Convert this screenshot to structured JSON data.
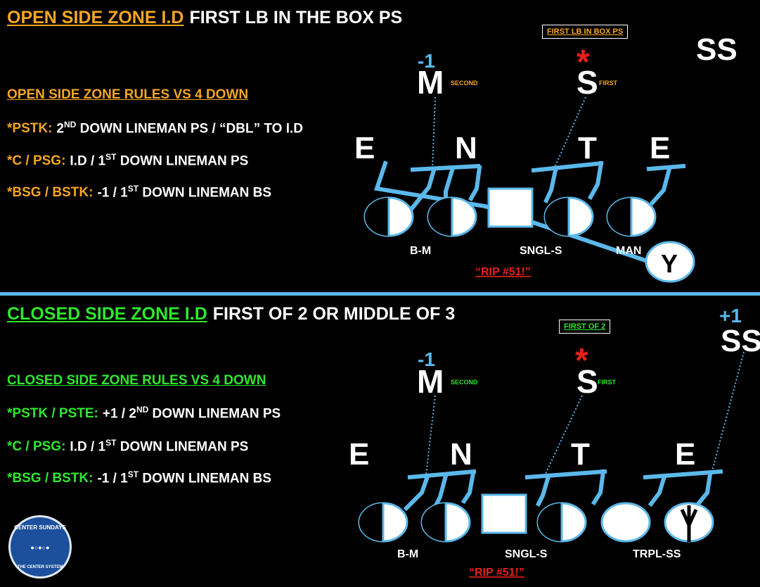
{
  "colors": {
    "orange": "#f5a623",
    "green": "#2ee82e",
    "blue": "#5bb8ea",
    "red": "#e8201c",
    "white": "#ffffff"
  },
  "top": {
    "title_lead": "OPEN SIDE ZONE I.D",
    "title_rest": "FIRST LB IN THE BOX PS",
    "rules_heading": "OPEN SIDE ZONE RULES VS 4 DOWN",
    "rules": [
      {
        "tag": "*PSTK:",
        "pre": "2",
        "sup": "ND",
        "post": " DOWN LINEMAN PS / “DBL” TO I.D"
      },
      {
        "tag": "*C / PSG:",
        "pre": "I.D / 1",
        "sup": "ST",
        "post": " DOWN LINEMAN PS"
      },
      {
        "tag": "*BSG / BSTK:",
        "pre": "-1 / 1",
        "sup": "ST",
        "post": " DOWN LINEMAN BS"
      }
    ],
    "box_label": "FIRST LB IN BOX PS",
    "defenders": {
      "m": "M",
      "m_tag": "SECOND",
      "m_num": "-1",
      "s": "S",
      "s_tag": "FIRST",
      "star": "*",
      "ss": "SS",
      "e1": "E",
      "n": "N",
      "t": "T",
      "e2": "E"
    },
    "ol_labels": {
      "bm": "B-M",
      "sngl": "SNGL-S",
      "man": "MAN"
    },
    "y": "Y",
    "call": "“RIP #51!”"
  },
  "bottom": {
    "title_lead": "CLOSED SIDE ZONE I.D",
    "title_rest": "FIRST OF 2 OR MIDDLE OF 3",
    "rules_heading": "CLOSED SIDE ZONE RULES VS 4 DOWN",
    "rules": [
      {
        "tag": "*PSTK / PSTE:",
        "pre": "+1 / 2",
        "sup": "ND",
        "post": " DOWN LINEMAN PS"
      },
      {
        "tag": "*C / PSG:",
        "pre": "I.D / 1",
        "sup": "ST",
        "post": " DOWN LINEMAN PS"
      },
      {
        "tag": "*BSG / BSTK:",
        "pre": "-1 / 1",
        "sup": "ST",
        "post": " DOWN LINEMAN BS"
      }
    ],
    "box_label": "FIRST OF 2",
    "defenders": {
      "m": "M",
      "m_tag": "SECOND",
      "m_num": "-1",
      "s": "S",
      "s_tag": "FIRST",
      "star": "*",
      "ss": "SS",
      "ss_num": "+1",
      "e1": "E",
      "n": "N",
      "t": "T",
      "e2": "E"
    },
    "ol_labels": {
      "bm": "B-M",
      "sngl": "SNGL-S",
      "trpl": "TRPL-SS"
    },
    "call": "“RIP #51!”"
  },
  "logo": {
    "top": "CENTER SUNDAYS",
    "bottom": "THE CENTER SYSTEM",
    "icon": "brain-icon"
  }
}
